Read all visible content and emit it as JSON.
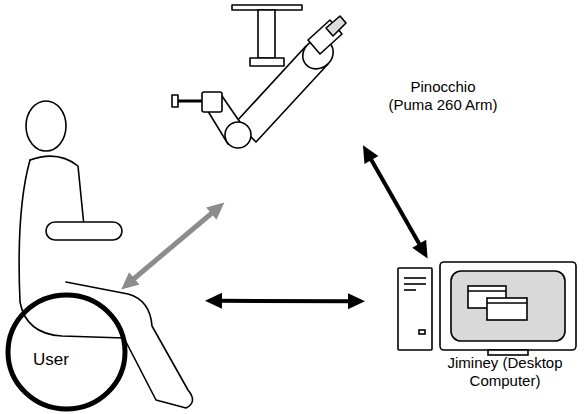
{
  "diagram": {
    "nodes": [
      {
        "text": [
          "Pinocchio (Puma 260 Arm)"
        ]
      },
      {
        "text": [
          "User"
        ]
      },
      {
        "text": [
          "Jiminey (Desktop Computer)"
        ]
      }
    ],
    "edges": [
      {
        "from": 1,
        "to": 0,
        "arrow": "both"
      },
      {
        "from": 0,
        "to": 2,
        "arrow": "both"
      },
      {
        "from": 1,
        "to": 2,
        "arrow": "both"
      }
    ]
  }
}
